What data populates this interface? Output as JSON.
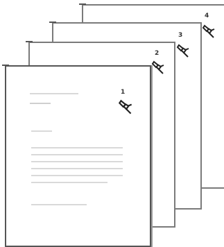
{
  "pages": [
    {
      "id": "p4",
      "number": "4"
    },
    {
      "id": "p3",
      "number": "3"
    },
    {
      "id": "p2",
      "number": "2"
    },
    {
      "id": "p1",
      "number": "1"
    }
  ],
  "icon": "pushpin-icon",
  "colors": {
    "border": "#7a7a7a",
    "text_lines": "#d9d9d9"
  }
}
